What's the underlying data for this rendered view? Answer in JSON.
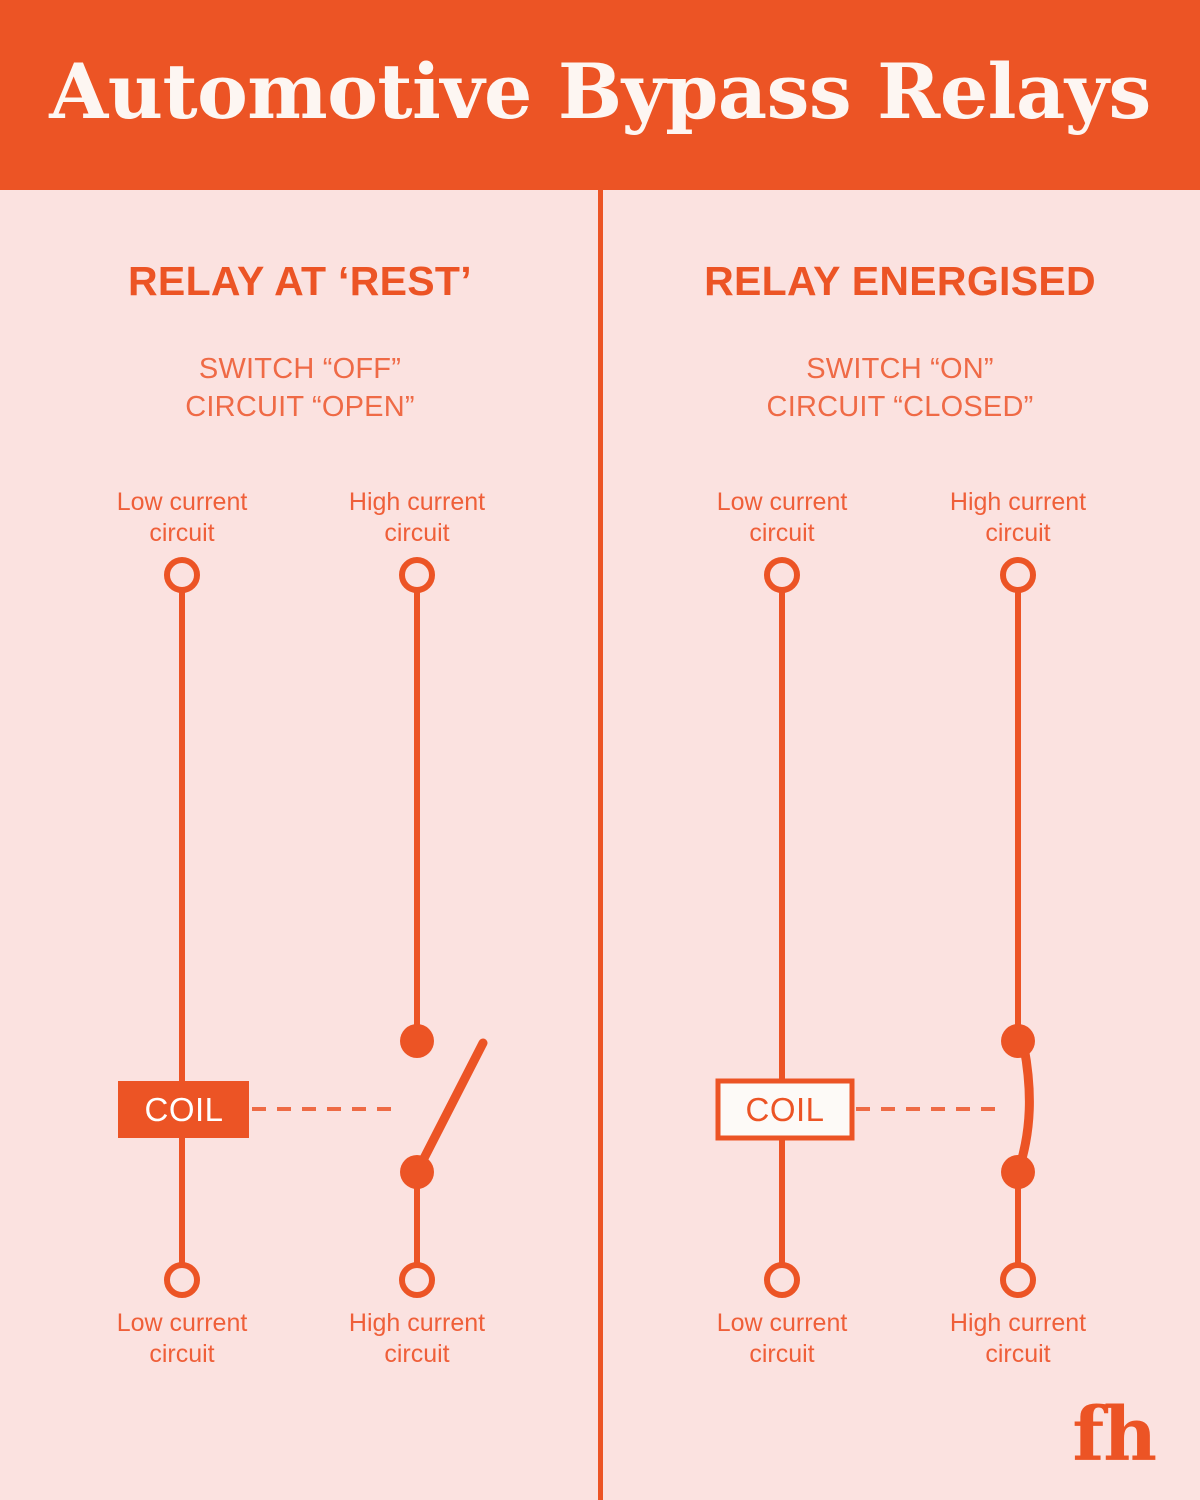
{
  "page": {
    "title": "Automotive Bypass Relays",
    "background_color": "#fbe2e0",
    "accent_color": "#ec5425"
  },
  "header": {
    "title": "Automotive Bypass Relays"
  },
  "panels": [
    {
      "heading": "RELAY AT ‘REST’",
      "sub_line1": "SWITCH “OFF”",
      "sub_line2": "CIRCUIT “OPEN”",
      "coil_label": "COIL",
      "coil_style": "filled",
      "switch_state": "open",
      "top_left_label_line1": "Low current",
      "top_left_label_line2": "circuit",
      "top_right_label_line1": "High current",
      "top_right_label_line2": "circuit",
      "bottom_left_label_line1": "Low current",
      "bottom_left_label_line2": "circuit",
      "bottom_right_label_line1": "High current",
      "bottom_right_label_line2": "circuit"
    },
    {
      "heading": "RELAY ENERGISED",
      "sub_line1": "SWITCH “ON”",
      "sub_line2": "CIRCUIT “CLOSED”",
      "coil_label": "COIL",
      "coil_style": "outline",
      "switch_state": "closed",
      "top_left_label_line1": "Low current",
      "top_left_label_line2": "circuit",
      "top_right_label_line1": "High current",
      "top_right_label_line2": "circuit",
      "bottom_left_label_line1": "Low current",
      "bottom_left_label_line2": "circuit",
      "bottom_right_label_line1": "High current",
      "bottom_right_label_line2": "circuit"
    }
  ],
  "logo": {
    "text": "fh"
  }
}
